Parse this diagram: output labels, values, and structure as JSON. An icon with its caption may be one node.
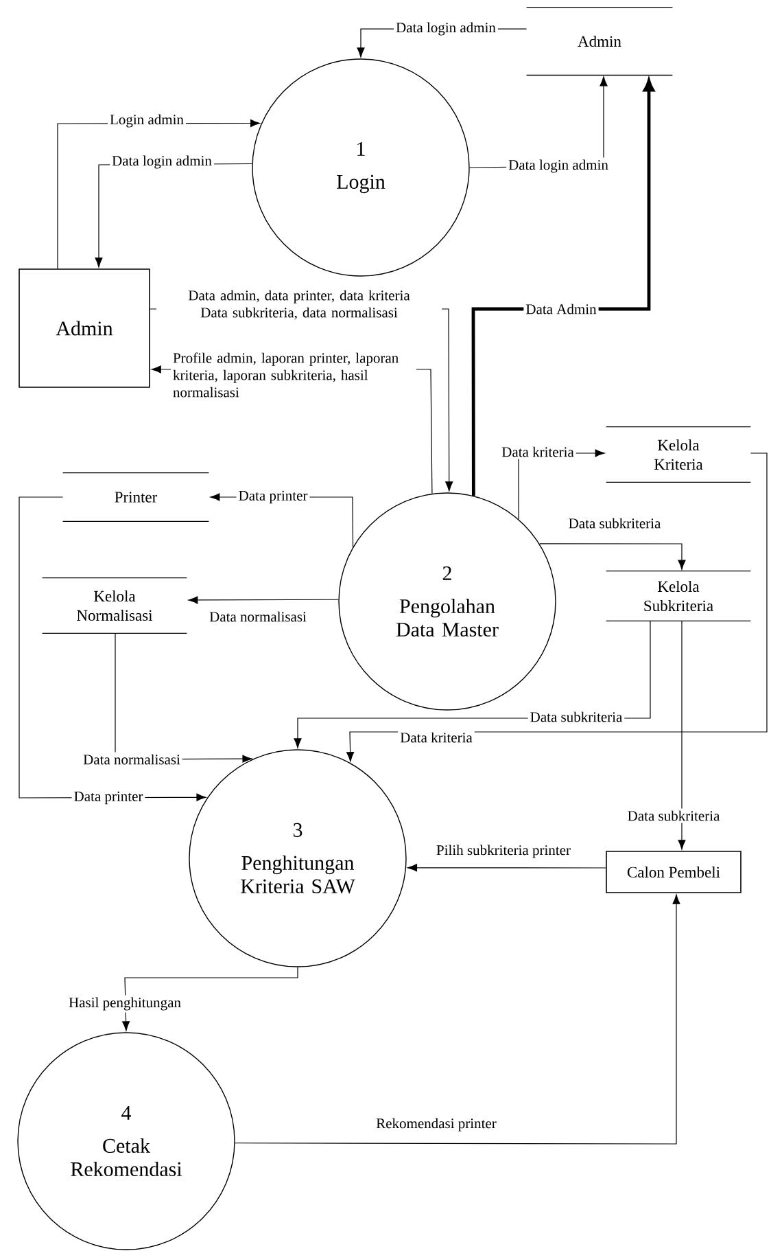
{
  "diagram": {
    "nodes": [
      {
        "text": [
          "Admin"
        ]
      },
      {
        "text": [
          "1",
          "Login"
        ]
      },
      {
        "text": [
          "Admin"
        ]
      },
      {
        "text": [
          "Kelola Kriteria"
        ]
      },
      {
        "text": [
          "Printer"
        ]
      },
      {
        "text": [
          "2",
          "Pengolahan Data Master"
        ]
      },
      {
        "text": [
          "Kelola Normalisasi"
        ]
      },
      {
        "text": [
          "Kelola Subkriteria"
        ]
      },
      {
        "text": [
          "3",
          "Penghitungan Kriteria SAW"
        ]
      },
      {
        "text": [
          "Calon Pembeli"
        ]
      },
      {
        "text": [
          "4",
          "Cetak Rekomendasi"
        ]
      }
    ],
    "edges": [
      {
        "from": 0,
        "to": 1,
        "arrow": "to",
        "label": "Data login admin"
      },
      {
        "from": 2,
        "to": 1,
        "arrow": "to",
        "label": "Login admin"
      },
      {
        "from": 1,
        "to": 2,
        "arrow": "to",
        "label": "Data login admin"
      },
      {
        "from": 1,
        "to": 0,
        "arrow": "to",
        "label": "Data login admin"
      },
      {
        "from": 5,
        "to": 0,
        "arrow": "to",
        "label": "Data Admin",
        "style": "thick"
      },
      {
        "from": 2,
        "to": 5,
        "arrow": "to",
        "label": "Data admin, data printer, data kriteria Data subkriteria, data normalisasi"
      },
      {
        "from": 5,
        "to": 2,
        "arrow": "to",
        "label": "Profile admin, laporan printer, laporan kriteria, laporan subkriteria, hasil normalisasi"
      },
      {
        "from": 5,
        "to": 3,
        "arrow": "to",
        "label": "Data kriteria"
      },
      {
        "from": 5,
        "to": 4,
        "arrow": "to",
        "label": "Data printer"
      },
      {
        "from": 5,
        "to": 7,
        "arrow": "to",
        "label": "Data subkriteria"
      },
      {
        "from": 5,
        "to": 6,
        "arrow": "to",
        "label": "Data normalisasi"
      },
      {
        "from": 7,
        "to": 8,
        "arrow": "to",
        "label": "Data subkriteria"
      },
      {
        "from": 3,
        "to": 8,
        "arrow": "to",
        "label": "Data kriteria"
      },
      {
        "from": 6,
        "to": 8,
        "arrow": "to",
        "label": "Data normalisasi"
      },
      {
        "from": 4,
        "to": 8,
        "arrow": "to",
        "label": "Data printer"
      },
      {
        "from": 7,
        "to": 9,
        "arrow": "to",
        "label": "Data subkriteria"
      },
      {
        "from": 9,
        "to": 8,
        "arrow": "to",
        "label": "Pilih subkriteria printer"
      },
      {
        "from": 8,
        "to": 10,
        "arrow": "to",
        "label": "Hasil penghitungan"
      },
      {
        "from": 10,
        "to": 9,
        "arrow": "to",
        "label": "Rekomendasi printer"
      }
    ]
  }
}
